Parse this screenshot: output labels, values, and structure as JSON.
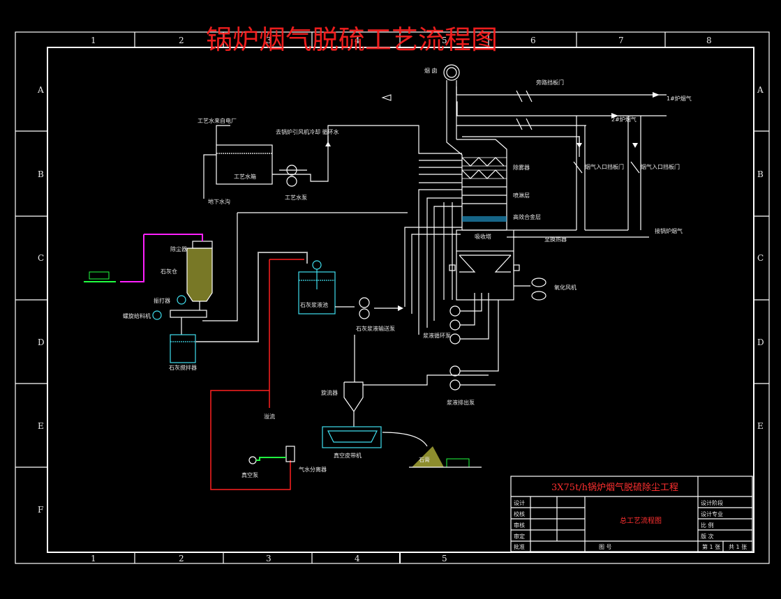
{
  "title": "锅炉烟气脱硫工艺流程图",
  "grid": {
    "cols_top": [
      "1",
      "2",
      "3",
      "4",
      "5",
      "6",
      "7",
      "8"
    ],
    "cols_bottom": [
      "1",
      "2",
      "3",
      "4",
      "5"
    ],
    "rows": [
      "A",
      "B",
      "C",
      "D",
      "E",
      "F"
    ]
  },
  "labels": {
    "chimney": "烟 囱",
    "bypass_damper": "旁路挡板门",
    "flue1": "1#炉烟气",
    "flue2": "2#炉烟气",
    "inlet_damper1": "烟气入口挡板门",
    "inlet_damper2": "烟气入口挡板门",
    "demister": "除雾器",
    "spray_layer": "喷淋层",
    "tray": "高效合金层",
    "absorber": "吸收塔",
    "boiler_flue": "接锅炉烟气",
    "process_water_src": "工艺水来自电厂",
    "cooling_water": "去锅炉引风机冷却\n循环水",
    "process_tank": "工艺水箱",
    "process_pump": "工艺水泵",
    "drain": "地下水沟",
    "dust_collector": "除尘器",
    "lime_silo": "石灰仓",
    "vibrator": "振打器",
    "feeder": "螺旋给料机",
    "lime_mix_tank": "石灰搅拌器",
    "slurry_tank": "石灰浆液池",
    "slurry_pump": "石灰浆液输送泵",
    "circ_pump": "浆液循环泵",
    "oxidation_fan": "氧化风机",
    "discharge_pump": "浆液排出泵",
    "hydrocyclone": "旋流器",
    "overflow": "溢流",
    "vacuum_filter": "真空皮带机",
    "gypsum": "石膏",
    "vacuum_pump": "真空泵",
    "separator": "气水分离器",
    "to_flue": "至换热器"
  },
  "title_block": {
    "project": "3X75t/h锅炉烟气脱硫除尘工程",
    "drawing": "总工艺流程图",
    "rows_left": [
      "设计",
      "校核",
      "审核",
      "审定",
      "批准"
    ],
    "rows_right": [
      "设计阶段",
      "设计专业",
      "比 例",
      "版 次"
    ],
    "drawing_no_label": "图 号",
    "sheet": "第 1 张",
    "total": "共 1 张"
  },
  "colors": {
    "frame": "#ffffff",
    "pipe_white": "#ffffff",
    "pipe_cyan": "#40e0f0",
    "pipe_red": "#ff2020",
    "pipe_magenta": "#ff20ff",
    "pipe_gray": "#b0b0b0",
    "pipe_green": "#20ff40",
    "title_red": "#ff2020"
  }
}
